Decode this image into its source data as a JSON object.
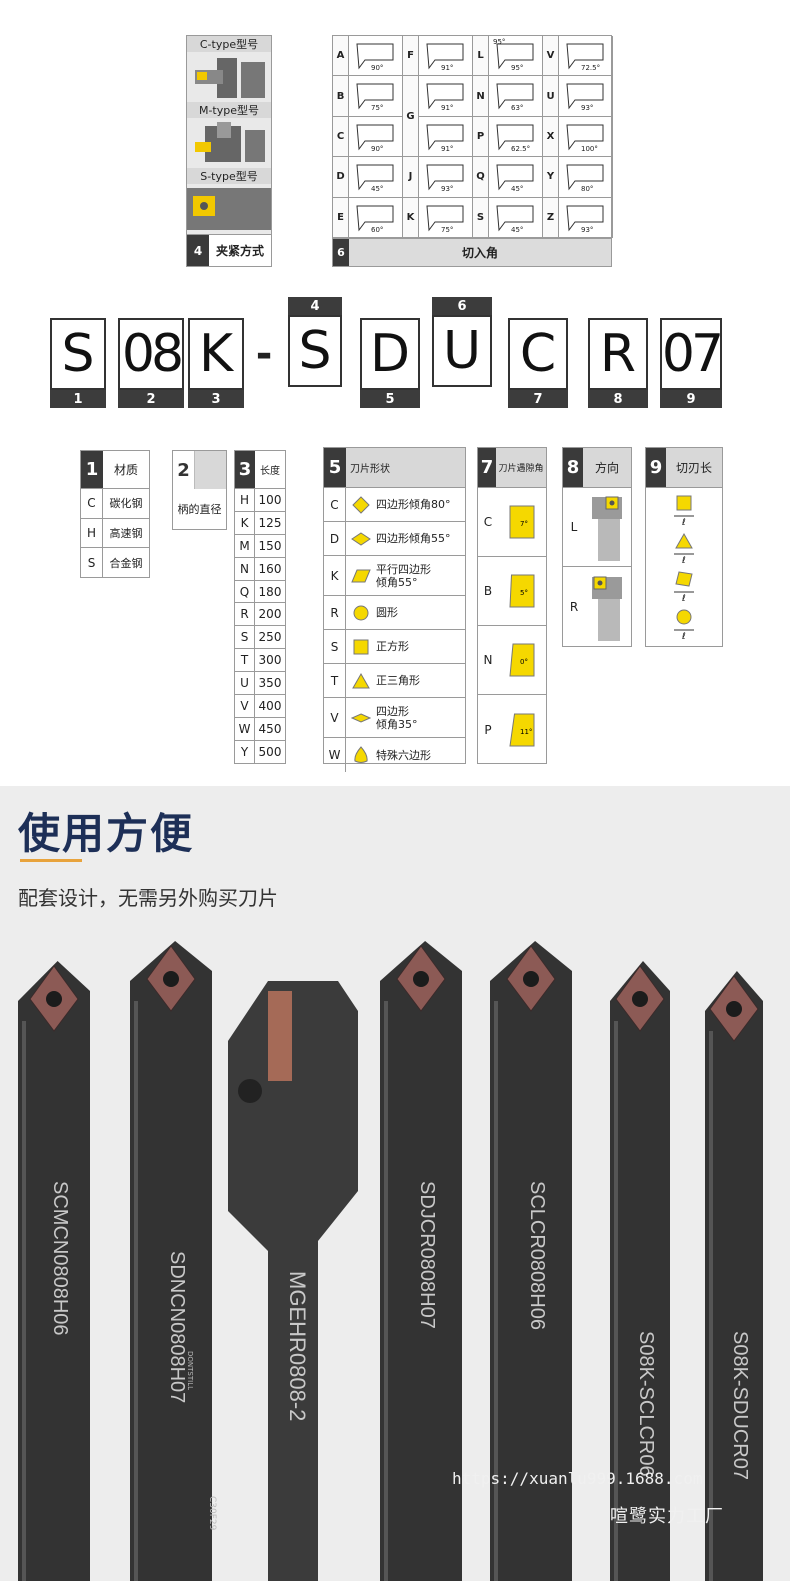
{
  "clamp_panel": {
    "c_label": "C-type型号",
    "m_label": "M-type型号",
    "s_label": "S-type型号",
    "num": "4",
    "title": "夹紧方式"
  },
  "approach_panel": {
    "num": "6",
    "title": "切入角",
    "cells": [
      {
        "letter": "A",
        "angle": "90°"
      },
      {
        "letter": "F",
        "angle": "91°"
      },
      {
        "letter": "L",
        "angle": "95°"
      },
      {
        "letter": "V",
        "angle": "72.5°"
      },
      {
        "letter": "B",
        "angle": "75°"
      },
      {
        "letter": "G",
        "angle": "91°"
      },
      {
        "letter": "N",
        "angle": "63°"
      },
      {
        "letter": "U",
        "angle": "93°"
      },
      {
        "letter": "C",
        "angle": "90°"
      },
      {
        "letter": "G2",
        "angle": "91°"
      },
      {
        "letter": "P",
        "angle": "62.5°"
      },
      {
        "letter": "X",
        "angle": "100°"
      },
      {
        "letter": "D",
        "angle": "45°"
      },
      {
        "letter": "J",
        "angle": "93°"
      },
      {
        "letter": "Q",
        "angle": "45°"
      },
      {
        "letter": "Y",
        "angle": "80°"
      },
      {
        "letter": "E",
        "angle": "60°"
      },
      {
        "letter": "K",
        "angle": "75°"
      },
      {
        "letter": "S",
        "angle": "45°"
      },
      {
        "letter": "Z",
        "angle": "93°"
      }
    ],
    "l_extra": "95°",
    "g_letter": "G"
  },
  "code": {
    "letters": [
      "S",
      "08",
      "K",
      "-",
      "S",
      "D",
      "U",
      "C",
      "R",
      "07"
    ],
    "bottom_nums": [
      "1",
      "2",
      "3",
      "5",
      "7",
      "8",
      "9"
    ],
    "top_nums": [
      "4",
      "6"
    ]
  },
  "material": {
    "num": "1",
    "title": "材质",
    "rows": [
      {
        "k": "C",
        "v": "碳化钢"
      },
      {
        "k": "H",
        "v": "高速钢"
      },
      {
        "k": "S",
        "v": "合金钢"
      }
    ]
  },
  "shank": {
    "num": "2",
    "title": "柄的直径"
  },
  "length": {
    "num": "3",
    "title": "长度",
    "rows": [
      {
        "k": "H",
        "v": "100"
      },
      {
        "k": "K",
        "v": "125"
      },
      {
        "k": "M",
        "v": "150"
      },
      {
        "k": "N",
        "v": "160"
      },
      {
        "k": "Q",
        "v": "180"
      },
      {
        "k": "R",
        "v": "200"
      },
      {
        "k": "S",
        "v": "250"
      },
      {
        "k": "T",
        "v": "300"
      },
      {
        "k": "U",
        "v": "350"
      },
      {
        "k": "V",
        "v": "400"
      },
      {
        "k": "W",
        "v": "450"
      },
      {
        "k": "Y",
        "v": "500"
      }
    ]
  },
  "shape": {
    "num": "5",
    "title": "刀片形状",
    "rows": [
      {
        "k": "C",
        "v": "四边形倾角80°",
        "icon": "rhombus-80-icon"
      },
      {
        "k": "D",
        "v": "四边形倾角55°",
        "icon": "rhombus-55-icon"
      },
      {
        "k": "K",
        "v": "平行四边形",
        "v2": "倾角55°",
        "icon": "parallelogram-icon"
      },
      {
        "k": "R",
        "v": "圆形",
        "icon": "circle-icon"
      },
      {
        "k": "S",
        "v": "正方形",
        "icon": "square-icon"
      },
      {
        "k": "T",
        "v": "正三角形",
        "icon": "triangle-icon"
      },
      {
        "k": "V",
        "v": "四边形",
        "v2": "倾角35°",
        "icon": "rhombus-35-icon"
      },
      {
        "k": "W",
        "v": "特殊六边形",
        "icon": "trigon-icon"
      }
    ]
  },
  "clearance": {
    "num": "7",
    "title": "刀片遇隙角",
    "rows": [
      {
        "k": "C",
        "v": "7°"
      },
      {
        "k": "B",
        "v": "5°"
      },
      {
        "k": "N",
        "v": "0°"
      },
      {
        "k": "P",
        "v": "11°"
      }
    ]
  },
  "direction": {
    "num": "8",
    "title": "方向",
    "rows": [
      {
        "k": "L"
      },
      {
        "k": "R"
      }
    ]
  },
  "edge": {
    "num": "9",
    "title": "切刃长",
    "marks": [
      "ℓ",
      "ℓ",
      "ℓ",
      "ℓ"
    ]
  },
  "section": {
    "heading": "使用方便",
    "subtitle": "配套设计，无需另外购买刀片",
    "accent": "#e8a33c"
  },
  "tools": [
    {
      "label": "SCMCN0808H06"
    },
    {
      "label": "SDNCN0808H07"
    },
    {
      "label": "MGEHR0808-2"
    },
    {
      "label": "SDJCR0808H07"
    },
    {
      "label": "SCLCR0808H06"
    },
    {
      "label": "S08K-SCLCR06"
    },
    {
      "label": "S08K-SDUCR07"
    }
  ],
  "tool_small_marks": {
    "brand": "DONTSTILL",
    "c": "C30F29"
  },
  "watermark": {
    "url": "https://xuanlu999.1688.com",
    "name": "喧鹭实力工厂"
  }
}
